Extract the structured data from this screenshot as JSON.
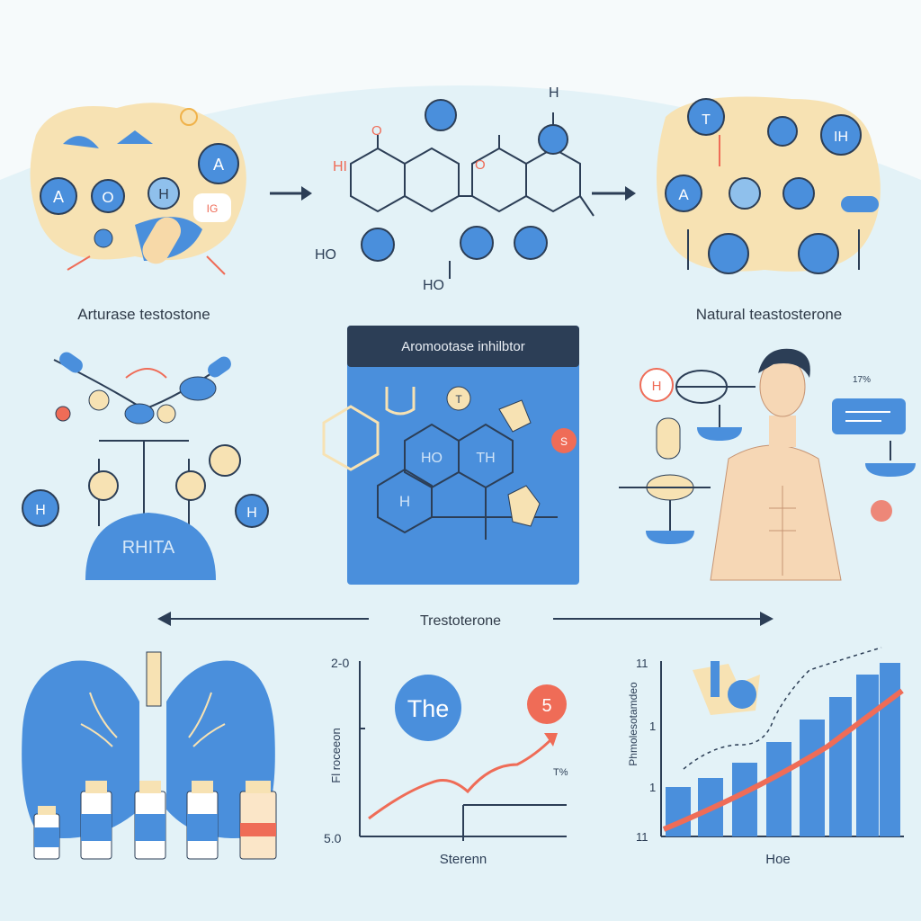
{
  "panels": {
    "top_left_caption": "Arturase testostone",
    "top_right_caption": "Natural teastosterone",
    "center_box_title": "Aromootase inhilbtor",
    "middle_axis_label": "Trestoterone"
  },
  "molecule_labels": {
    "hi": "HI",
    "o1": "O",
    "o2": "O",
    "h_top": "H",
    "ho1": "HO",
    "ho2": "HO"
  },
  "bubble_labels": {
    "a1": "A",
    "o": "O",
    "h": "H",
    "a2": "A",
    "ig": "IG",
    "t": "T",
    "ih": "IH",
    "a3": "A",
    "h_left_mid": "H",
    "h_right_mid": "H",
    "rhita": "RHITA",
    "box_t": "T",
    "box_ho": "HO",
    "box_th": "TH",
    "box_h": "H",
    "box_s": "S",
    "man_h": "H",
    "pct": "17%"
  },
  "charts": {
    "middle": {
      "ytop": "2-0",
      "ybottom": "5.0",
      "ylabel": "Fl roceeon",
      "xlabel": "Sterenn",
      "bubble_text": "The",
      "badge": "5",
      "annot": "T%"
    },
    "right": {
      "ytop": "11",
      "ymid": "1",
      "ylow": "1",
      "ybottom": "11",
      "ylabel": "Phmolesotamdeo",
      "xlabel": "Hoe"
    }
  },
  "colors": {
    "blue": "#4a8fdc",
    "light_blue": "#8fc0ec",
    "cream": "#f7e2b3",
    "red": "#ef6c57",
    "dark": "#2c3e56"
  }
}
